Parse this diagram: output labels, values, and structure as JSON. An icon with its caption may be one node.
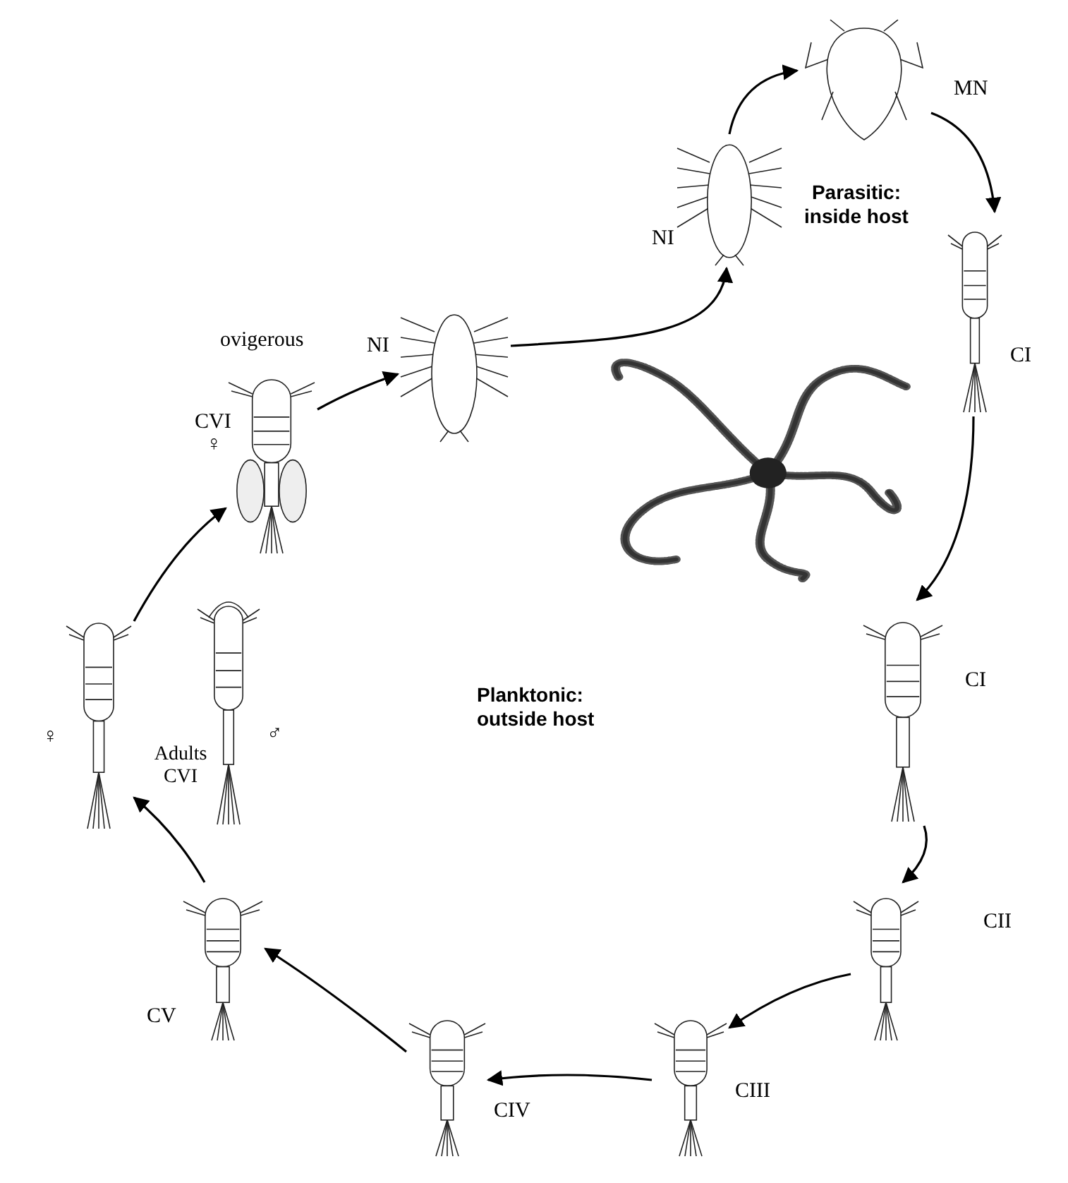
{
  "diagram": {
    "nodes": [
      {
        "text": [],
        "shape": "picture",
        "beside": [
          "NI"
        ]
      },
      {
        "text": [],
        "shape": "picture",
        "beside": [
          "MN"
        ]
      },
      {
        "text": [],
        "shape": "picture",
        "beside": [
          "CI"
        ]
      },
      {
        "text": [],
        "shape": "picture"
      },
      {
        "text": [],
        "shape": "picture",
        "beside": [
          "CI"
        ]
      },
      {
        "text": [],
        "shape": "picture",
        "beside": [
          "CII"
        ]
      },
      {
        "text": [],
        "shape": "picture",
        "beside": [
          "CIII"
        ]
      },
      {
        "text": [],
        "shape": "picture",
        "beside": [
          "CIV"
        ]
      },
      {
        "text": [],
        "shape": "picture",
        "beside": [
          "CV"
        ]
      },
      {
        "text": [],
        "shape": "picture",
        "beside": [
          "♀"
        ]
      },
      {
        "text": [],
        "shape": "picture",
        "beside": [
          "♂"
        ]
      },
      {
        "text": [],
        "shape": "picture",
        "beside": [
          "ovigerous",
          "CVI",
          "♀"
        ]
      },
      {
        "text": [],
        "shape": "picture",
        "beside": [
          "NI"
        ]
      }
    ],
    "edges": [
      {
        "from": 12,
        "to": 0,
        "arrow": "to"
      },
      {
        "from": 0,
        "to": 1,
        "arrow": "to"
      },
      {
        "from": 1,
        "to": 2,
        "arrow": "to"
      },
      {
        "from": 2,
        "to": 4,
        "arrow": "to"
      },
      {
        "from": 4,
        "to": 5,
        "arrow": "to"
      },
      {
        "from": 5,
        "to": 6,
        "arrow": "to"
      },
      {
        "from": 6,
        "to": 7,
        "arrow": "to"
      },
      {
        "from": 7,
        "to": 8,
        "arrow": "to"
      },
      {
        "from": 8,
        "to": 9,
        "arrow": "to"
      },
      {
        "from": 9,
        "to": 11,
        "arrow": "to"
      },
      {
        "from": 11,
        "to": 12,
        "arrow": "to"
      }
    ],
    "labels": [
      "Parasitic: inside host",
      "Adults CVI",
      "Planktonic: outside host"
    ]
  }
}
